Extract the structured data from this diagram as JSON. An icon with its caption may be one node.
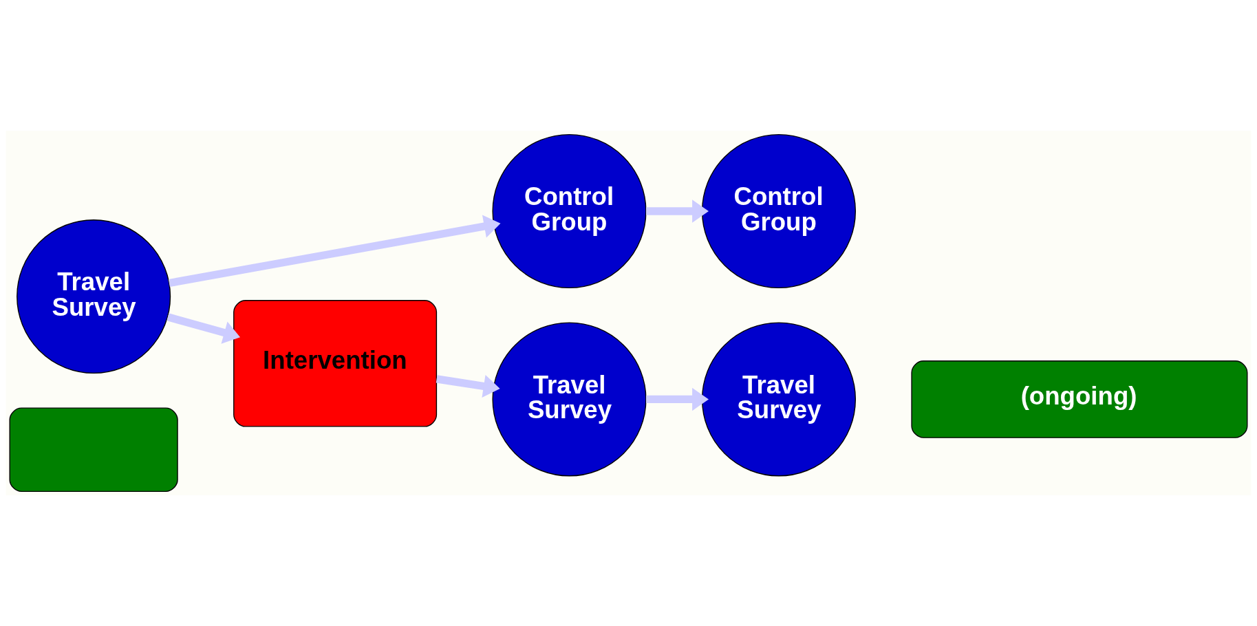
{
  "diagram": {
    "nodes": [
      {
        "text": [
          "Travel Survey"
        ]
      },
      {
        "text": [],
        "shape": "box"
      },
      {
        "text": [
          "Intervention"
        ]
      },
      {
        "text": [
          "Control Group"
        ]
      },
      {
        "text": [
          "Control Group"
        ]
      },
      {
        "text": [
          "Travel Survey"
        ]
      },
      {
        "text": [
          "Travel Survey"
        ]
      },
      {
        "text": [
          "(ongoing)"
        ]
      }
    ],
    "edges": [
      {
        "from": 0,
        "to": 3,
        "arrow": "to"
      },
      {
        "from": 0,
        "to": 2,
        "arrow": "to"
      },
      {
        "from": 3,
        "to": 4,
        "arrow": "to"
      },
      {
        "from": 2,
        "to": 5,
        "arrow": "to"
      },
      {
        "from": 5,
        "to": 6,
        "arrow": "to"
      }
    ]
  }
}
